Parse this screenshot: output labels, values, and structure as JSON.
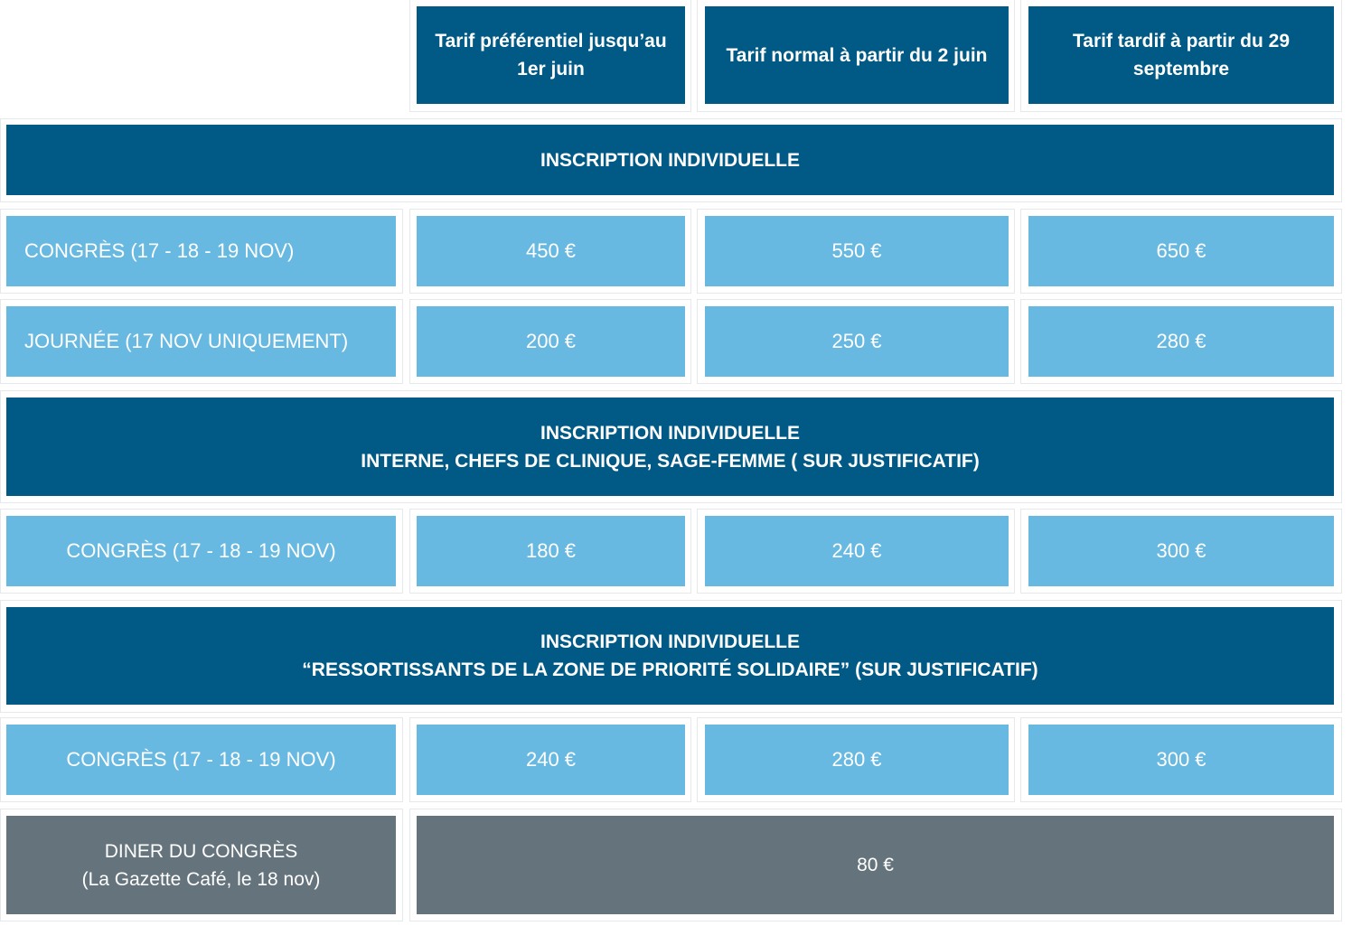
{
  "header": {
    "col1": "Tarif préférentiel jusqu’au 1er juin",
    "col2": "Tarif normal à partir du 2 juin",
    "col3": "Tarif tardif à partir du 29 septembre"
  },
  "sections": [
    {
      "title": "INSCRIPTION INDIVIDUELLE",
      "subtitle": "",
      "rows": [
        {
          "label": "CONGRÈS (17 - 18 - 19 NOV)",
          "prices": [
            "450 €",
            "550 €",
            "650 €"
          ]
        },
        {
          "label": "JOURNÉE (17 NOV UNIQUEMENT)",
          "prices": [
            "200 €",
            "250 €",
            "280 €"
          ]
        }
      ]
    },
    {
      "title": "INSCRIPTION INDIVIDUELLE",
      "subtitle": "INTERNE, CHEFS DE CLINIQUE, SAGE-FEMME ( SUR JUSTIFICATIF)",
      "rows": [
        {
          "label": "CONGRÈS (17 - 18 - 19 NOV)",
          "prices": [
            "180 €",
            "240 €",
            "300 €"
          ]
        }
      ]
    },
    {
      "title": "INSCRIPTION INDIVIDUELLE",
      "subtitle": "“RESSORTISSANTS DE LA ZONE DE PRIORITÉ SOLIDAIRE” (SUR JUSTIFICATIF)",
      "rows": [
        {
          "label": "CONGRÈS (17 - 18 - 19 NOV)",
          "prices": [
            "240 €",
            "280 €",
            "300 €"
          ]
        }
      ]
    }
  ],
  "dinner": {
    "label_line1": "DINER DU CONGRÈS",
    "label_line2": "(La Gazette Café, le 18 nov)",
    "price": "80 €"
  },
  "colors": {
    "dark_blue": "#005a85",
    "light_blue": "#68b9e1",
    "grey": "#65747c"
  }
}
